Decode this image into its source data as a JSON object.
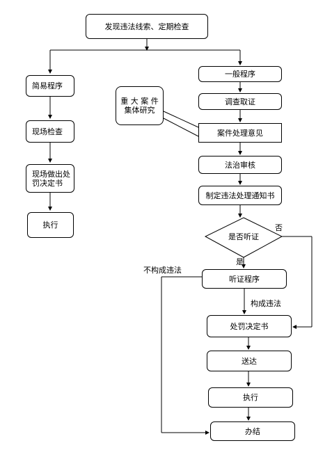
{
  "diagram": {
    "start": "发现违法线索、定期检查",
    "simple": {
      "s1": "简易程序",
      "s2": "现场检查",
      "s3_line1": "现场做出处",
      "s3_line2": "罚决定书",
      "s4": "执行"
    },
    "general": {
      "g1": "一般程序",
      "g2": "调查取证",
      "g3": "案件处理意见",
      "g4": "法治审核",
      "g5": "制定违法处理通知书",
      "decision": "是否听证",
      "hearing": "听证程序",
      "penalty": "处罚决定书",
      "deliver": "送达",
      "execute": "执行",
      "close": "办结"
    },
    "side_note_line1": "重 大 案 件",
    "side_note_line2": "集体研究",
    "labels": {
      "yes": "是",
      "no": "否",
      "not_violation": "不构成违法",
      "violation": "构成违法"
    }
  }
}
